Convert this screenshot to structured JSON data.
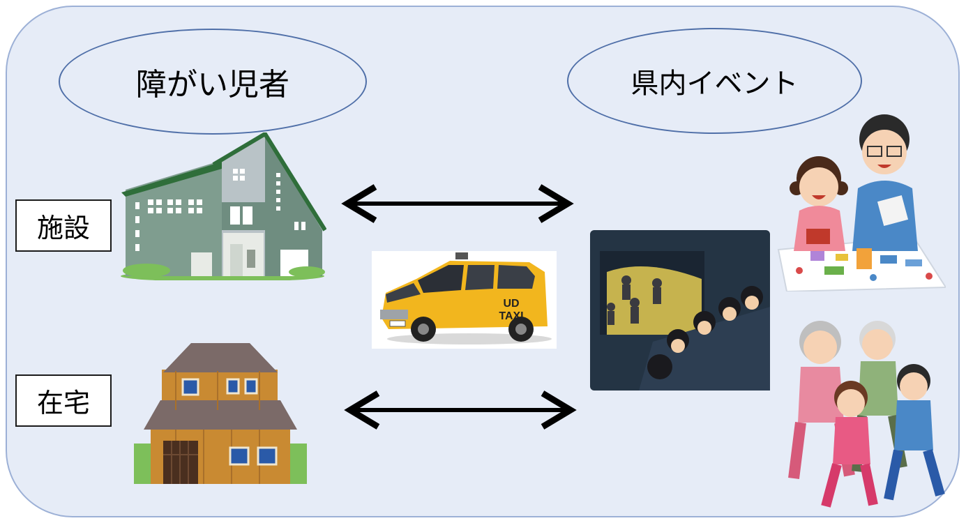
{
  "diagram": {
    "subject_label": "障がい児者",
    "destination_label": "県内イベント",
    "origins": [
      {
        "label": "施設"
      },
      {
        "label": "在宅"
      }
    ],
    "vehicle_marking": {
      "line1": "UD",
      "line2": "TAXI"
    }
  },
  "colors": {
    "panel_background": "#e6ecf7",
    "panel_border": "#9cb0d6",
    "oval_border": "#4f6fa8",
    "arrow": "#000000",
    "taxi_body": "#f2b61e"
  },
  "icons": [
    "facility-building-icon",
    "family-house-icon",
    "taxi-van-icon",
    "theater-audience-icon",
    "parent-child-craft-icon",
    "family-jogging-icon",
    "double-arrow-icon"
  ]
}
